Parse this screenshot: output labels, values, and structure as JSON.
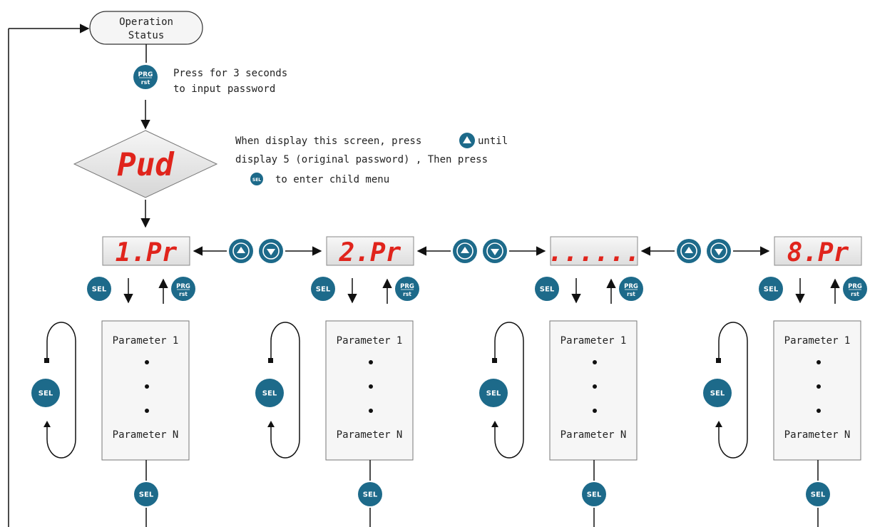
{
  "start_node": {
    "line1": "Operation",
    "line2": "Status"
  },
  "prg_note": {
    "line1": "Press for 3 seconds",
    "line2": "to input password"
  },
  "password_display": "Pud",
  "password_note": {
    "line1_a": "When display this screen, press",
    "line1_b": "until",
    "line2": "display 5 (original password) , Then press",
    "line3": "to enter child menu"
  },
  "buttons": {
    "sel": "SEL",
    "prg_top": "PRG",
    "prg_bottom": "rst",
    "up_symbol": "▲",
    "down_symbol": "▼"
  },
  "colors": {
    "button": "#1d6a8a",
    "display_text": "#e0241c",
    "display_bg": "#ececec"
  },
  "menus": [
    {
      "display": "1.Pr",
      "param_first": "Parameter 1",
      "param_last": "Parameter N"
    },
    {
      "display": "2.Pr",
      "param_first": "Parameter 1",
      "param_last": "Parameter N"
    },
    {
      "display": "......",
      "param_first": "Parameter 1",
      "param_last": "Parameter N"
    },
    {
      "display": "8.Pr",
      "param_first": "Parameter 1",
      "param_last": "Parameter N"
    }
  ]
}
